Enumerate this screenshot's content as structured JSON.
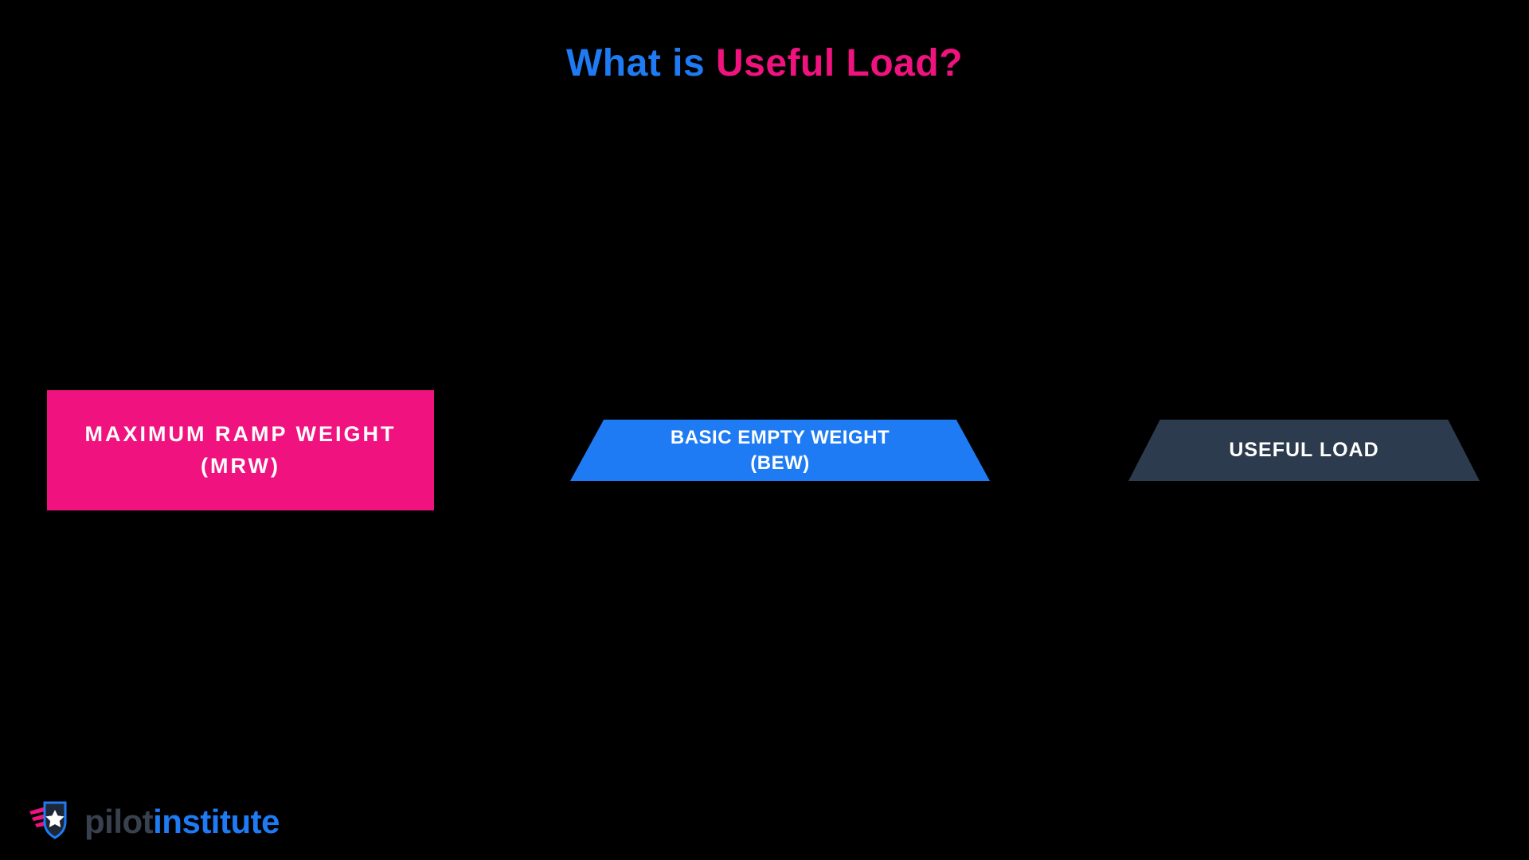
{
  "title": {
    "part_blue": "What is ",
    "part_pink": "Useful Load?"
  },
  "blocks": {
    "mrw": {
      "line1": "MAXIMUM RAMP WEIGHT",
      "line2": "(MRW)",
      "color": "#F0127E"
    },
    "bew": {
      "line1": "BASIC EMPTY WEIGHT",
      "line2": "(BEW)",
      "color": "#1E7BF4"
    },
    "useful_load": {
      "line1": "USEFUL LOAD",
      "color": "#2C3B4E"
    }
  },
  "logo": {
    "word1": "pilot",
    "word2": "institute"
  },
  "colors": {
    "background": "#000000",
    "title_blue": "#1E7BF4",
    "title_pink": "#F0127E",
    "mrw_pink": "#F0127E",
    "bew_blue": "#1E7BF4",
    "useful_slate": "#2C3B4E",
    "logo_gray": "#39414F",
    "logo_blue": "#1E7BF4",
    "text_white": "#FFFFFF"
  }
}
